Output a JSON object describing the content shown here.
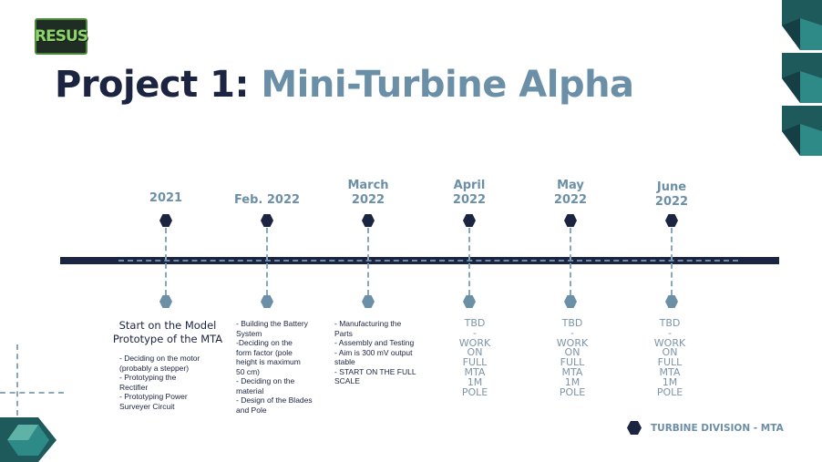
{
  "logo": {
    "text": "RESUS"
  },
  "title": {
    "prefix": "Project 1: ",
    "name": "Mini-Turbine Alpha"
  },
  "milestones": [
    {
      "date": "2021"
    },
    {
      "date": "Feb. 2022"
    },
    {
      "date": "March\n2022"
    },
    {
      "date": "April\n2022"
    },
    {
      "date": "May\n2022"
    },
    {
      "date": "June\n2022"
    }
  ],
  "details": {
    "m0_heading": "Start on the Model Prototype of the MTA",
    "m0_body": "- Deciding on the motor\n(probably a stepper)\n- Prototyping the\nRectifier\n- Prototyping Power\nSurveyer Circuit",
    "m1_body": "- Building the Battery\nSystem\n-Deciding on the\nform factor (pole\nheight is maximum\n50 cm)\n- Deciding on the\nmaterial\n- Design of the Blades\nand Pole",
    "m2_body": "- Manufacturing the\nParts\n- Assembly and Testing\n- Aim is 300 mV output\nstable\n- START ON THE FULL\nSCALE",
    "tbd": "TBD\n-\nWORK\nON\nFULL\nMTA\n1M\nPOLE"
  },
  "footer": {
    "label": "TURBINE DIVISION - MTA"
  },
  "colors": {
    "navy": "#1b2440",
    "steel": "#6c8fa8",
    "teal": "#2e7a78",
    "logo_green": "#8fd46a"
  }
}
